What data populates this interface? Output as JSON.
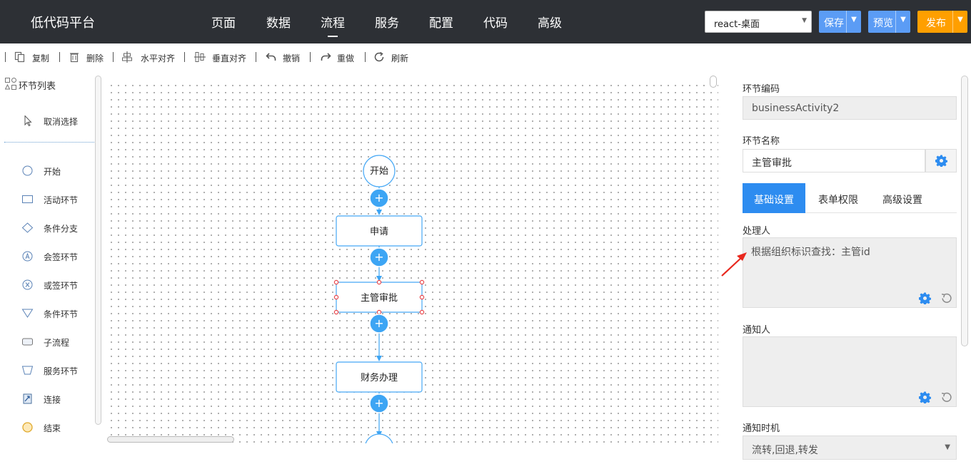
{
  "header": {
    "app_title": "低代码平台",
    "nav": [
      {
        "label": "页面"
      },
      {
        "label": "数据"
      },
      {
        "label": "流程",
        "active": true
      },
      {
        "label": "服务"
      },
      {
        "label": "配置"
      },
      {
        "label": "代码"
      },
      {
        "label": "高级"
      }
    ],
    "env_select": "react-桌面",
    "save_label": "保存",
    "preview_label": "预览",
    "publish_label": "发布",
    "colors": {
      "bar": "#2d3035",
      "save": "#5b9cf5",
      "preview": "#5b9cf5",
      "publish": "#ff9f00"
    }
  },
  "toolbar": {
    "copy": "复制",
    "delete": "删除",
    "h_align": "水平对齐",
    "v_align": "垂直对齐",
    "undo": "撤销",
    "redo": "重做",
    "refresh": "刷新"
  },
  "left_panel": {
    "title": "环节列表",
    "deselect": "取消选择",
    "items": [
      {
        "label": "开始",
        "icon": "circle-icon"
      },
      {
        "label": "活动环节",
        "icon": "rectangle-icon"
      },
      {
        "label": "条件分支",
        "icon": "diamond-icon"
      },
      {
        "label": "会签环节",
        "icon": "countersign-icon"
      },
      {
        "label": "或签环节",
        "icon": "or-sign-icon"
      },
      {
        "label": "条件环节",
        "icon": "triangle-icon"
      },
      {
        "label": "子流程",
        "icon": "subprocess-icon"
      },
      {
        "label": "服务环节",
        "icon": "service-icon"
      },
      {
        "label": "连接",
        "icon": "connect-icon"
      },
      {
        "label": "结束",
        "icon": "end-circle-icon"
      }
    ]
  },
  "flow": {
    "nodes": [
      {
        "label": "开始",
        "kind": "start"
      },
      {
        "label": "申请",
        "kind": "task"
      },
      {
        "label": "主管审批",
        "kind": "task",
        "selected": true
      },
      {
        "label": "财务办理",
        "kind": "task"
      }
    ],
    "add_symbol": "+",
    "colors": {
      "node_border": "#46a8f5",
      "add_fill": "#3da5f4",
      "selection_handle": "#e8474c"
    }
  },
  "properties": {
    "code_label": "环节编码",
    "code_value": "businessActivity2",
    "name_label": "环节名称",
    "name_value": "主管审批",
    "tabs": [
      {
        "label": "基础设置",
        "active": true
      },
      {
        "label": "表单权限"
      },
      {
        "label": "高级设置"
      }
    ],
    "handler_label": "处理人",
    "handler_value": "根据组织标识查找：主管id",
    "notify_label": "通知人",
    "notify_value": "",
    "timing_label": "通知时机",
    "timing_value": "流转,回退,转发",
    "colors": {
      "tab_active": "#2d8cf0",
      "gear": "#2d8cf0",
      "annotation_arrow": "#e8281e"
    }
  }
}
